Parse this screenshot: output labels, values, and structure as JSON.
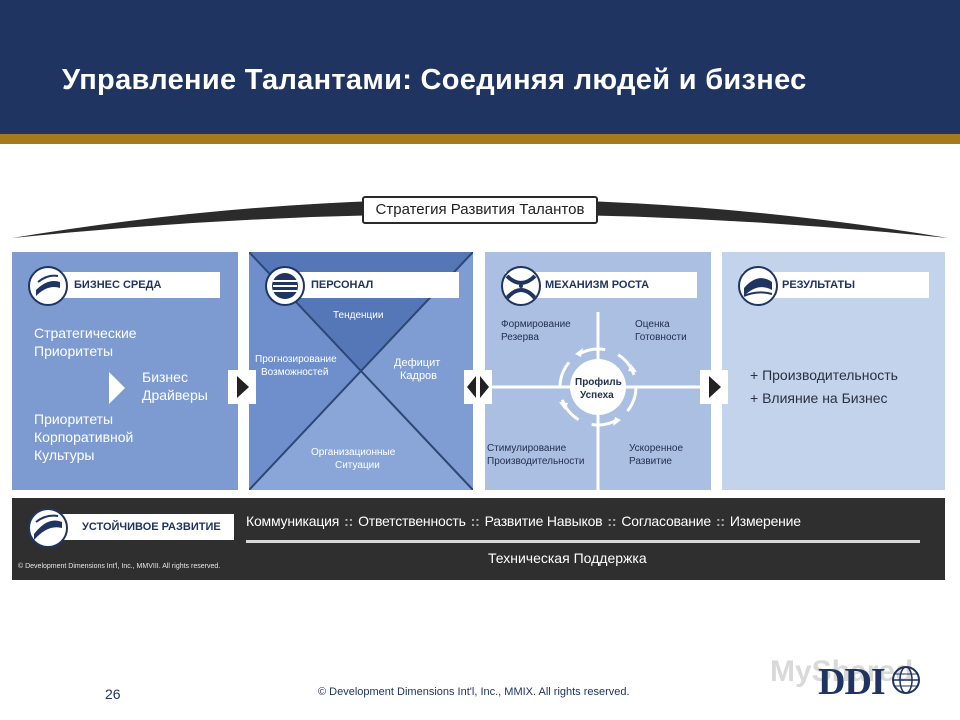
{
  "slide": {
    "title": "Управление Талантами: Соединяя людей и бизнес",
    "page_number": "26",
    "footer_copyright": "© Development Dimensions Int'l, Inc., MMIX.  All rights reserved.",
    "brand": "DDI",
    "watermark": "MyShared"
  },
  "arch": {
    "label": "Стратегия Развития Талантов"
  },
  "panels": {
    "business": {
      "header": "БИЗНЕС СРЕДА",
      "strategic": [
        "Стратегические",
        "Приоритеты"
      ],
      "drivers": [
        "Бизнес",
        "Драйверы"
      ],
      "culture": [
        "Приоритеты",
        "Корпоративной",
        "Культуры"
      ]
    },
    "personnel": {
      "header": "ПЕРСОНАЛ",
      "top": "Тенденции",
      "left": [
        "Прогнозирование",
        "Возможностей"
      ],
      "right": [
        "Дефицит",
        "Кадров"
      ],
      "bottom": [
        "Организационные",
        "Ситуации"
      ]
    },
    "growth": {
      "header": "МЕХАНИЗМ РОСТА",
      "tl": [
        "Формирование",
        "Резерва"
      ],
      "tr": [
        "Оценка",
        "Готовности"
      ],
      "center": [
        "Профиль",
        "Успеха"
      ],
      "bl": [
        "Стимулирование",
        "Производительности"
      ],
      "br": [
        "Ускоренное",
        "Развитие"
      ]
    },
    "results": {
      "header": "РЕЗУЛЬТАТЫ",
      "items": [
        "+ Производительность",
        "+ Влияние на Бизнес"
      ]
    }
  },
  "sustain": {
    "header": "УСТОЙЧИВОЕ РАЗВИТИЕ",
    "items": [
      "Коммуникация",
      "Ответственность",
      "Развитие Навыков",
      "Согласование",
      "Измерение"
    ],
    "separator": "::",
    "support": "Техническая Поддержка",
    "copyright": "© Development Dimensions Int'l, Inc., MMVIII.  All rights reserved."
  },
  "colors": {
    "header_bg": "#1f3461",
    "gold_bar": "#a67a1a",
    "panel_business": "#7d9bd0",
    "panel_personnel": "#5e7fc0",
    "panel_growth": "#aabfe2",
    "panel_results": "#c4d3ec",
    "bottom_bar": "#2f2f2f"
  }
}
